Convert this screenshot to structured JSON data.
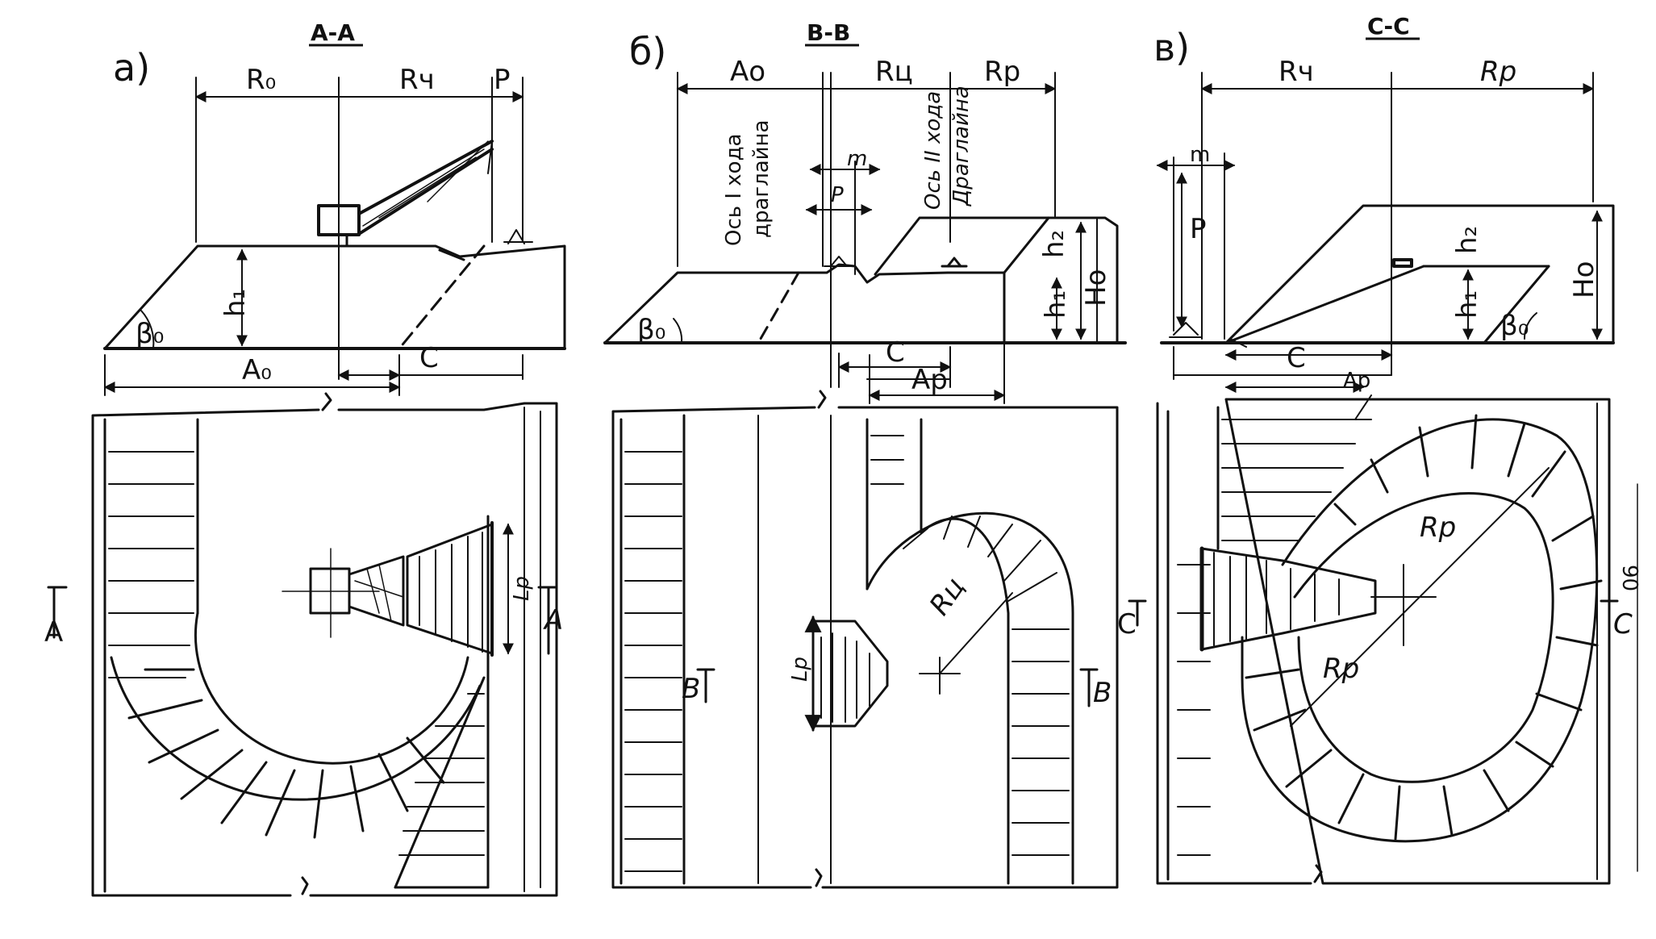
{
  "panels": [
    {
      "id": "a",
      "letter": "а)",
      "section": "А-А",
      "dims": {
        "r0": "R₀",
        "rch": "Rч",
        "p": "Р",
        "h1": "h₁",
        "beta0": "β₀",
        "a0": "А₀",
        "c": "С",
        "lp": "Lp",
        "cut_mark": "А"
      }
    },
    {
      "id": "b",
      "letter": "б)",
      "section": "В-В",
      "dims": {
        "a0": "Ао",
        "rch": "Rц",
        "rp": "Rр",
        "m": "m",
        "p": "Р",
        "h2": "h₂",
        "h1": "h₁",
        "h0": "Hо",
        "beta0": "β₀",
        "c": "С",
        "ap": "Ар",
        "lp": "Lp",
        "rch_plan": "Rц",
        "cut_mark": "В"
      },
      "axis1": [
        "Ось I хода",
        "драглайна"
      ],
      "axis2": [
        "Ось II хода",
        "Драглайна"
      ]
    },
    {
      "id": "c",
      "letter": "в)",
      "section": "С-С",
      "dims": {
        "rch": "Rч",
        "rp": "Rр",
        "m": "m",
        "p": "Р",
        "h2": "h₂",
        "h1": "h₁",
        "h0": "Hо",
        "beta0": "β₀",
        "c": "С",
        "ap": "Ар",
        "rp_plan1": "Rр",
        "rp_plan2": "Rр",
        "side_note": "90",
        "cut_mark": "С"
      }
    }
  ]
}
